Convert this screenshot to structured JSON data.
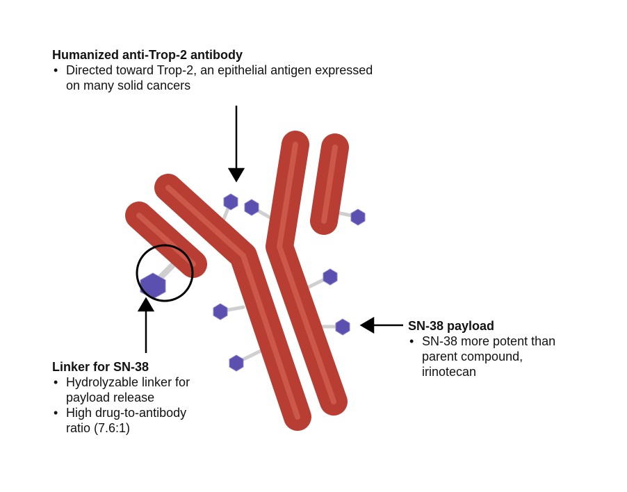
{
  "antibody": {
    "title": "Humanized anti-Trop-2 antibody",
    "bullets": [
      "Directed toward Trop-2, an epithelial antigen expressed on many solid cancers"
    ]
  },
  "linker": {
    "title": "Linker for SN-38",
    "bullets": [
      "Hydrolyzable linker for payload release",
      "High drug-to-antibody ratio (7.6:1)"
    ]
  },
  "payload": {
    "title": "SN-38 payload",
    "bullets": [
      "SN-38 more potent than parent compound, irinotecan"
    ]
  },
  "colors": {
    "chain": "#c0453a",
    "drug": "#5b4fb0",
    "linker": "#d0d0d0"
  }
}
